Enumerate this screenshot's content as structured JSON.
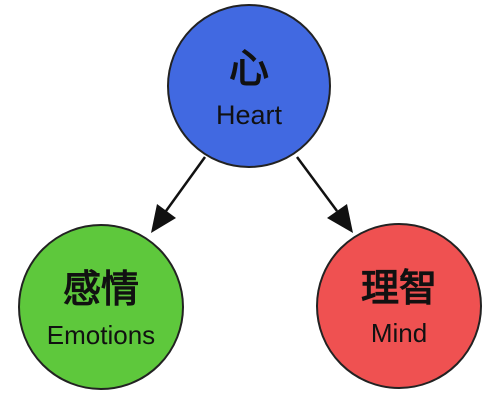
{
  "nodes": {
    "heart": {
      "character": "心",
      "label": "Heart",
      "color": "#4169e1"
    },
    "emotions": {
      "character": "感情",
      "label": "Emotions",
      "color": "#5ec83c"
    },
    "mind": {
      "character": "理智",
      "label": "Mind",
      "color": "#ef5151"
    }
  },
  "edges": [
    {
      "from": "heart",
      "to": "emotions"
    },
    {
      "from": "heart",
      "to": "mind"
    }
  ]
}
